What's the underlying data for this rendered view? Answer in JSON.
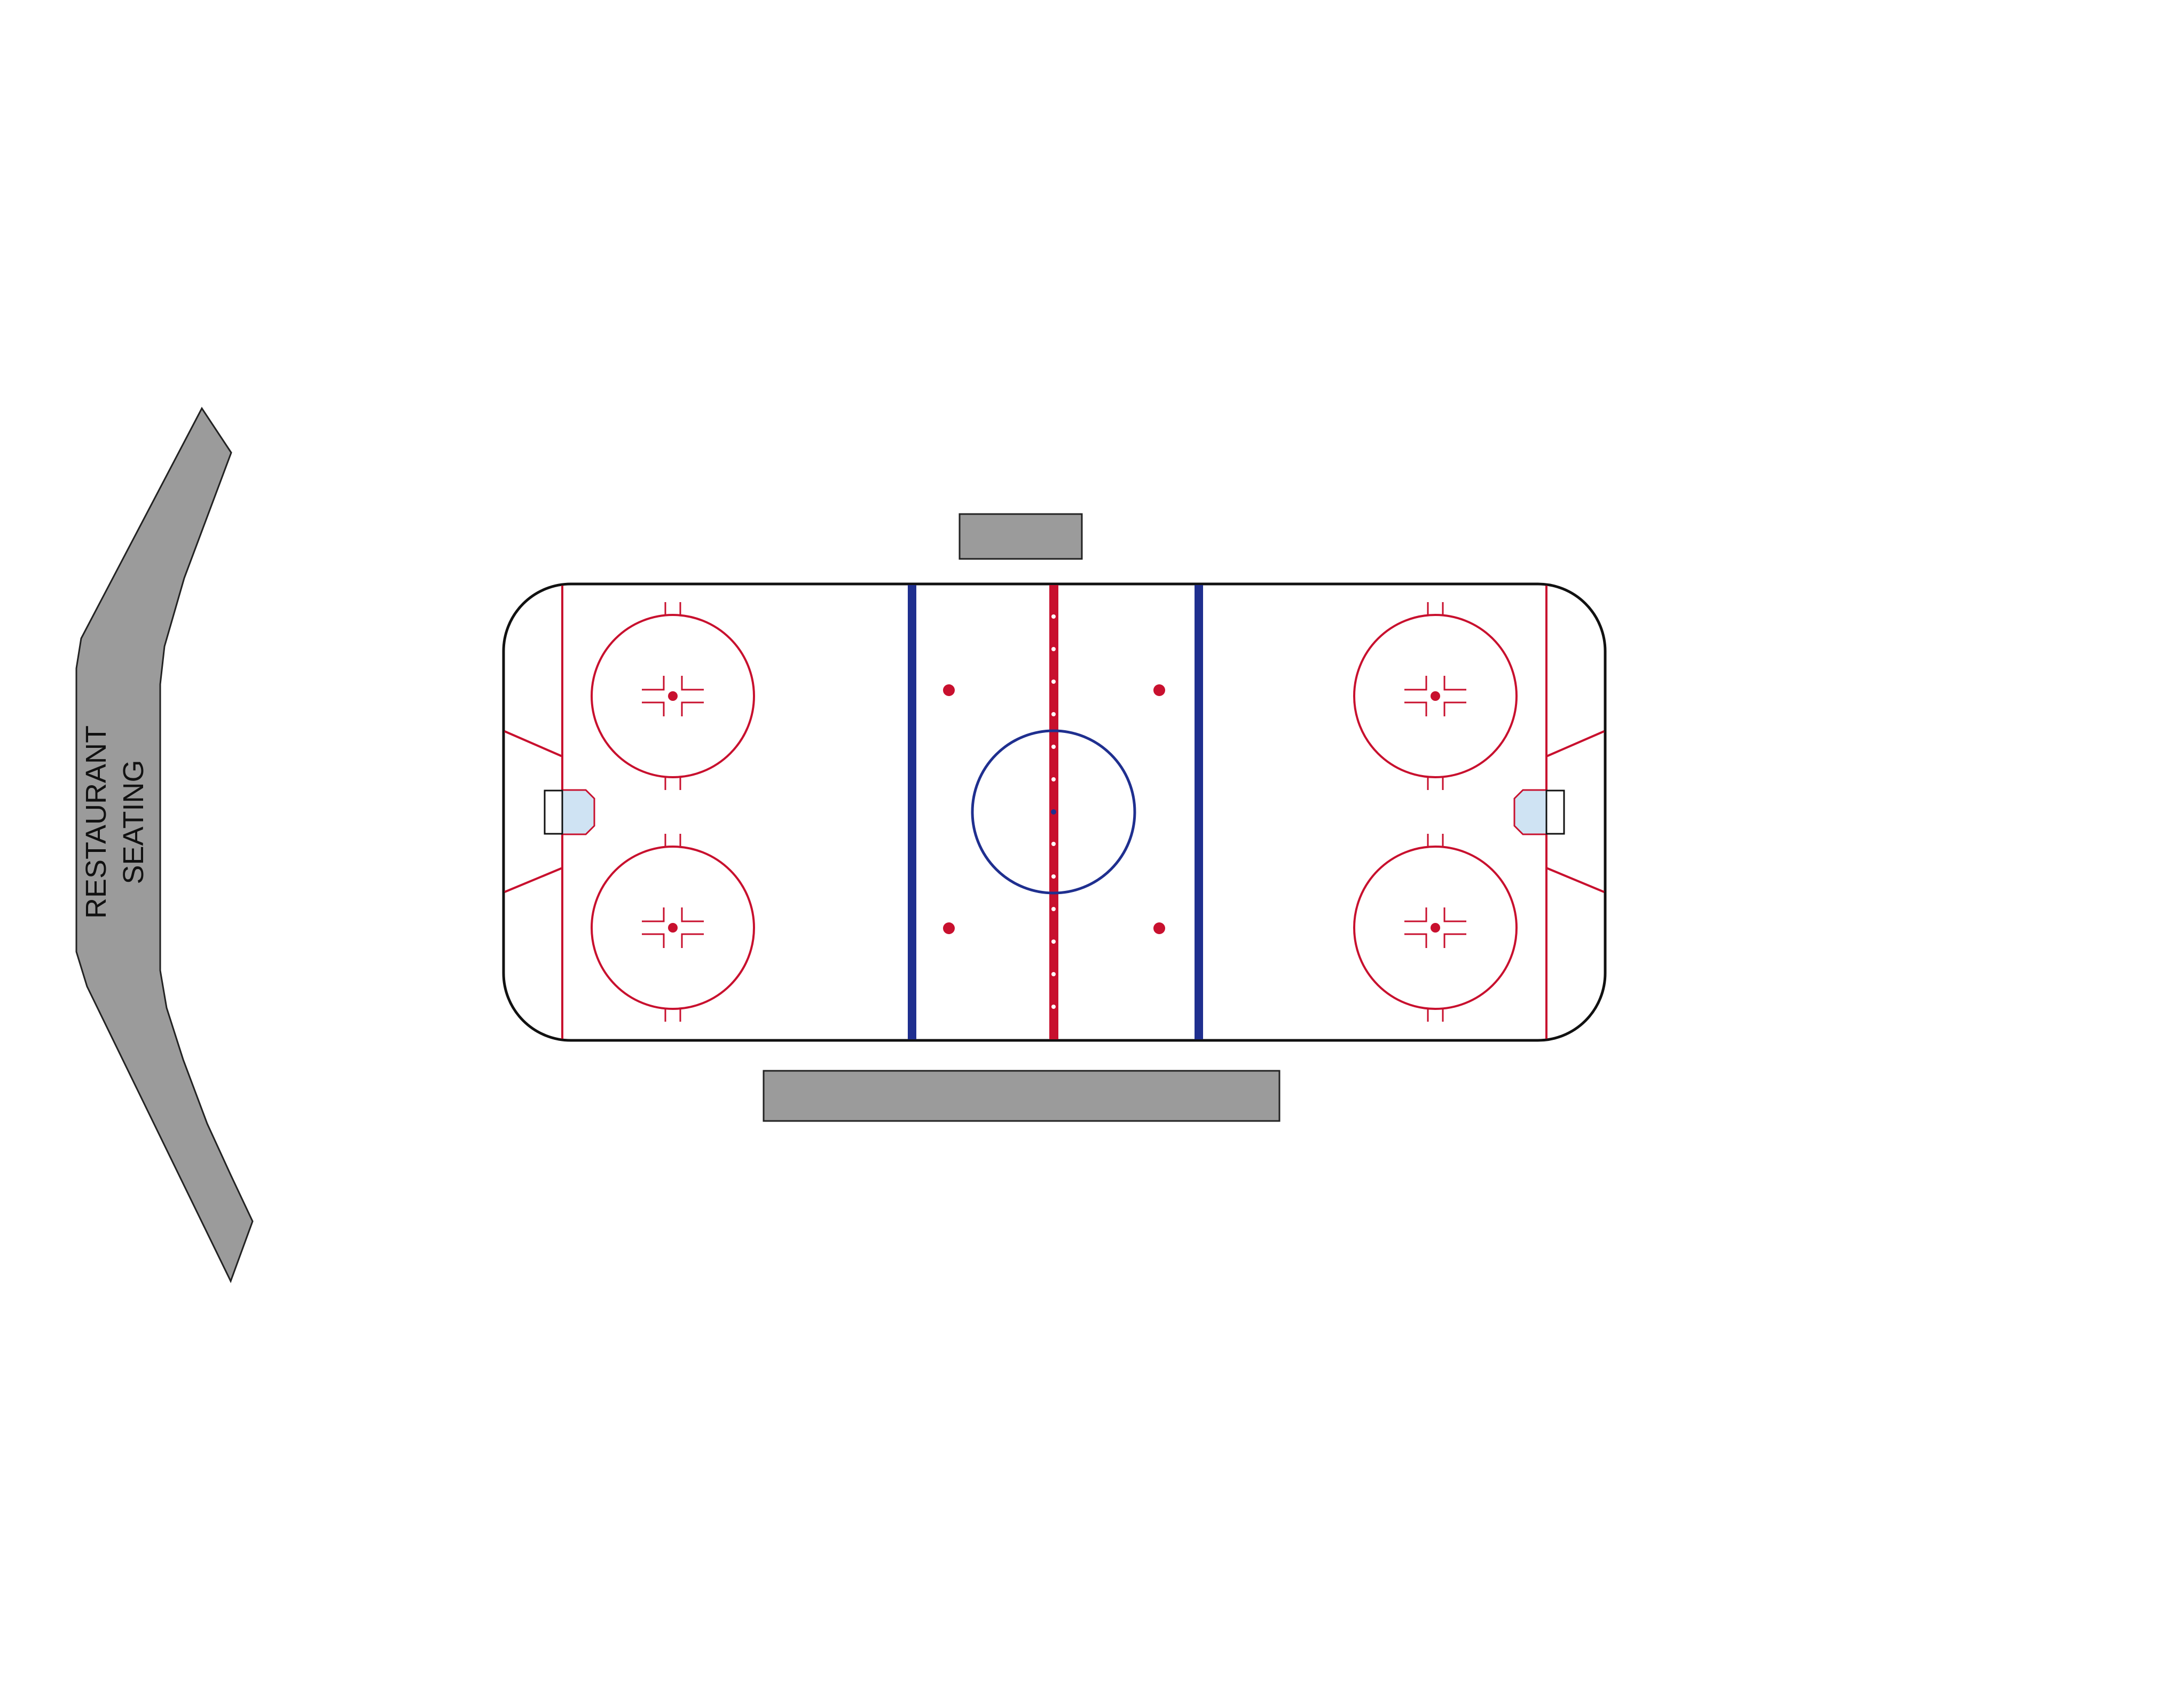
{
  "map": {
    "sections": [
      {
        "id": "restaurant",
        "label_lines": [
          "RESTAURANT",
          "SEATING"
        ]
      },
      {
        "id": "top-box",
        "label_lines": []
      },
      {
        "id": "bottom-bench",
        "label_lines": []
      }
    ],
    "rink": {
      "colors": {
        "board": "#111111",
        "ice": "#ffffff",
        "red_line": "#c8102e",
        "blue_line": "#1f2f8f",
        "crease_fill": "#cfe3f3",
        "section_fill": "#9b9b9b",
        "section_stroke": "#222222"
      }
    }
  }
}
